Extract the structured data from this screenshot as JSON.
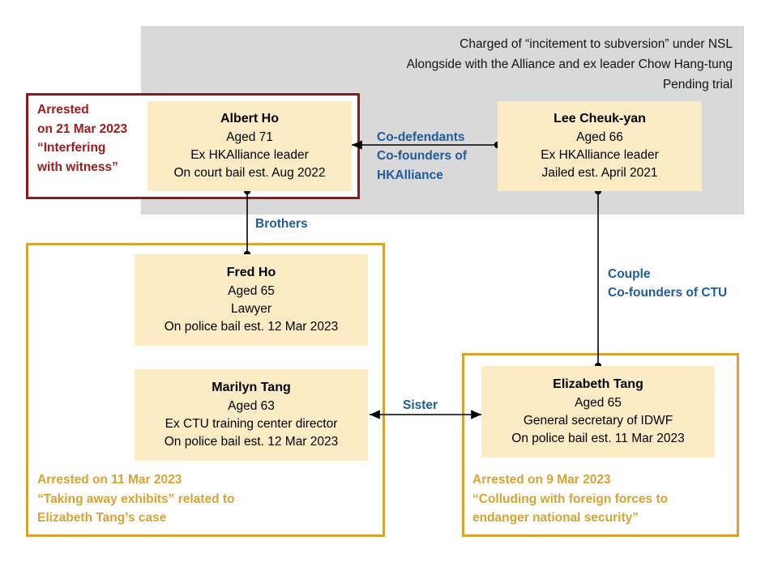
{
  "header": {
    "lines": [
      "Charged of “incitement to subversion” under NSL",
      "Alongside with the Alliance and ex leader Chow Hang-tung",
      "Pending trial"
    ]
  },
  "annotations": {
    "red_arrest": [
      "Arrested",
      "on 21 Mar 2023",
      "“Interfering",
      "with witness”"
    ],
    "left_gold_caption": [
      "Arrested on 11 Mar 2023",
      "“Taking away exhibits” related to",
      "Elizabeth Tang’s case"
    ],
    "right_gold_caption": [
      "Arrested on 9 Mar 2023",
      "“Colluding with foreign forces to",
      "endanger national security”"
    ]
  },
  "people": {
    "albert_ho": {
      "name": "Albert Ho",
      "age": "Aged 71",
      "role": "Ex HKAlliance leader",
      "status": "On court bail est. Aug 2022"
    },
    "lee_cheuk_yan": {
      "name": "Lee Cheuk-yan",
      "age": "Aged 66",
      "role": "Ex HKAlliance leader",
      "status": "Jailed est. April 2021"
    },
    "fred_ho": {
      "name": "Fred Ho",
      "age": "Aged 65",
      "role": "Lawyer",
      "status": "On police bail est. 12 Mar 2023"
    },
    "marilyn_tang": {
      "name": "Marilyn Tang",
      "age": "Aged 63",
      "role": "Ex CTU training center director",
      "status": "On police bail est. 12 Mar 2023"
    },
    "elizabeth_tang": {
      "name": "Elizabeth Tang",
      "age": "Aged 65",
      "role": "General secretary of IDWF",
      "status": "On police bail est. 11 Mar 2023"
    }
  },
  "relations": {
    "co_defendants": [
      "Co-defendants",
      "Co-founders of",
      "HKAlliance"
    ],
    "brothers": "Brothers",
    "sister": "Sister",
    "couple": [
      "Couple",
      "Co-founders of CTU"
    ]
  },
  "colors": {
    "card_fill": "#fbecc6",
    "gray_panel": "#d9d9d9",
    "red_accent": "#9e1b1b",
    "gold_accent": "#d9a334",
    "blue_accent": "#1f5c99",
    "link_line": "#000000"
  }
}
